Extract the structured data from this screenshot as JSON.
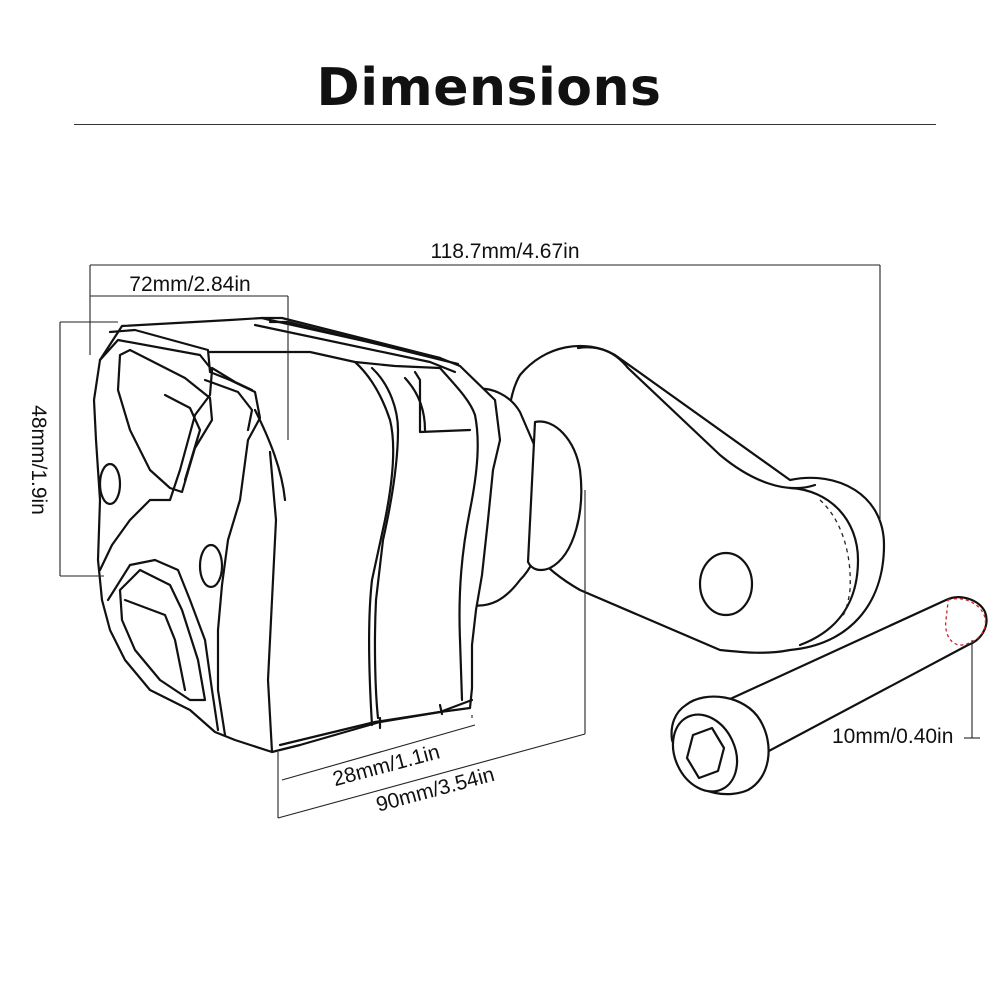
{
  "title": "Dimensions",
  "dimensions": {
    "overall_length": "118.7mm/4.67in",
    "body_width": "72mm/2.84in",
    "height": "48mm/1.9in",
    "groove_width": "28mm/1.1in",
    "depth": "90mm/3.54in",
    "bolt_diameter": "10mm/0.40in"
  },
  "colors": {
    "line": "#111111",
    "hidden_edge": "#cc2222",
    "background": "#ffffff"
  }
}
